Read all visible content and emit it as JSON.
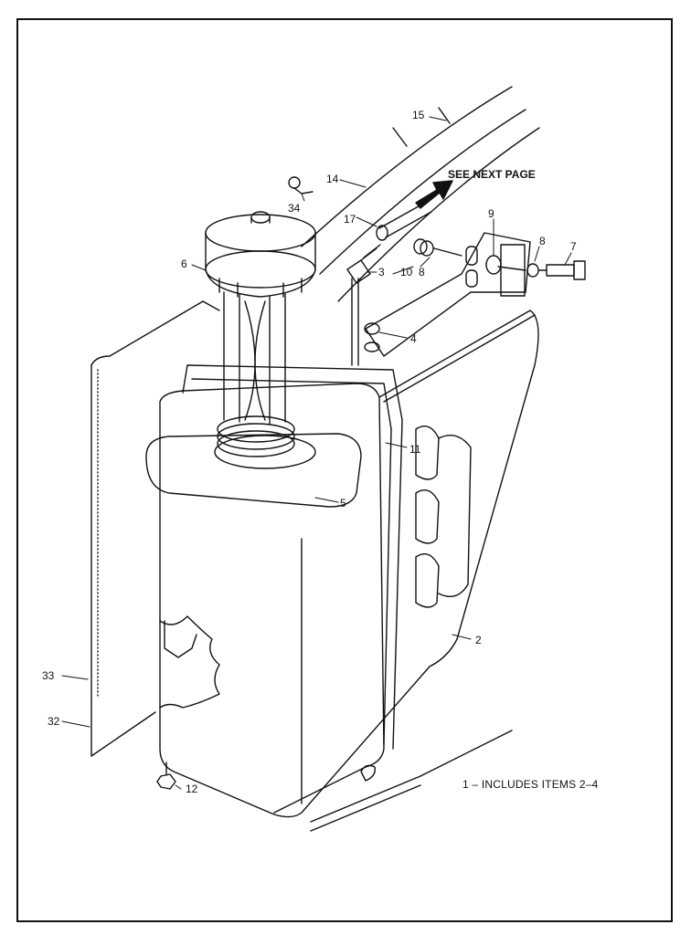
{
  "labels": {
    "p2": "2",
    "p3": "3",
    "p4": "4",
    "p5": "5",
    "p6": "6",
    "p7": "7",
    "p8a": "8",
    "p8b": "8",
    "p9": "9",
    "p10": "10",
    "p11": "11",
    "p12": "12",
    "p14": "14",
    "p15": "15",
    "p17": "17",
    "p32": "32",
    "p33": "33",
    "p34": "34"
  },
  "see_next_page": "SEE NEXT PAGE",
  "note": "1 – INCLUDES ITEMS 2–4"
}
